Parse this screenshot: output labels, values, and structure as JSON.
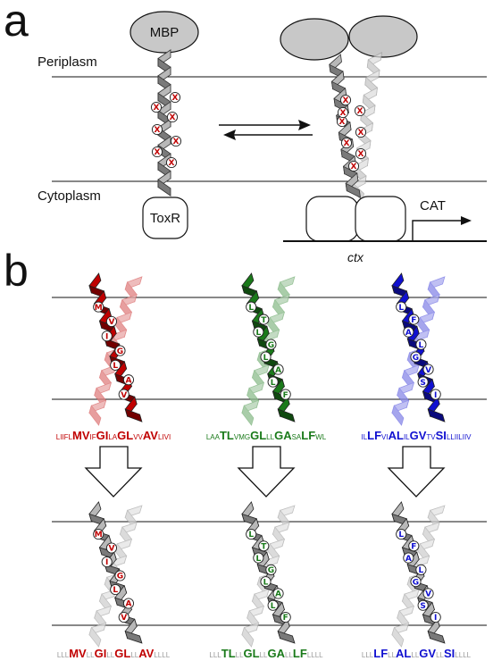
{
  "panel_a": {
    "label": "a",
    "periplasm": "Periplasm",
    "cytoplasm": "Cytoplasm",
    "mbp": "MBP",
    "toxr": "ToxR",
    "cat": "CAT",
    "ctx": "ctx",
    "mutation_mark": "X"
  },
  "panel_b": {
    "label": "b",
    "red": {
      "color": "#c00000",
      "residues": [
        "M",
        "V",
        "I",
        "G",
        "L",
        "A",
        "V"
      ],
      "top_sequence": [
        {
          "t": "LIIFL",
          "w": "small"
        },
        {
          "t": "MV",
          "w": "big"
        },
        {
          "t": "IF",
          "w": "small"
        },
        {
          "t": "GI",
          "w": "big"
        },
        {
          "t": "LA",
          "w": "small"
        },
        {
          "t": "GL",
          "w": "big"
        },
        {
          "t": "VV",
          "w": "small"
        },
        {
          "t": "AV",
          "w": "big"
        },
        {
          "t": "LIVI",
          "w": "small"
        }
      ],
      "bottom_sequence": [
        {
          "t": "LLL",
          "w": "small"
        },
        {
          "t": "MV",
          "w": "big"
        },
        {
          "t": "LL",
          "w": "small"
        },
        {
          "t": "GI",
          "w": "big"
        },
        {
          "t": "LL",
          "w": "small"
        },
        {
          "t": "GL",
          "w": "big"
        },
        {
          "t": "LL",
          "w": "small"
        },
        {
          "t": "AV",
          "w": "big"
        },
        {
          "t": "LLLL",
          "w": "small"
        }
      ]
    },
    "green": {
      "color": "#1a7a1a",
      "residues": [
        "L",
        "T",
        "L",
        "G",
        "L",
        "A",
        "L",
        "F"
      ],
      "top_sequence": [
        {
          "t": "LAA",
          "w": "small"
        },
        {
          "t": "TL",
          "w": "big"
        },
        {
          "t": "VMG",
          "w": "small"
        },
        {
          "t": "GL",
          "w": "big"
        },
        {
          "t": "LL",
          "w": "small"
        },
        {
          "t": "GA",
          "w": "big"
        },
        {
          "t": "SA",
          "w": "small"
        },
        {
          "t": "LF",
          "w": "big"
        },
        {
          "t": "WL",
          "w": "small"
        }
      ],
      "bottom_sequence": [
        {
          "t": "LLL",
          "w": "small"
        },
        {
          "t": "TL",
          "w": "big"
        },
        {
          "t": "LL",
          "w": "small"
        },
        {
          "t": "GL",
          "w": "big"
        },
        {
          "t": "LL",
          "w": "small"
        },
        {
          "t": "GA",
          "w": "big"
        },
        {
          "t": "LL",
          "w": "small"
        },
        {
          "t": "LF",
          "w": "big"
        },
        {
          "t": "LLLL",
          "w": "small"
        }
      ]
    },
    "blue": {
      "color": "#1010d0",
      "residues": [
        "L",
        "F",
        "A",
        "L",
        "G",
        "V",
        "S",
        "I"
      ],
      "top_sequence": [
        {
          "t": "IL",
          "w": "small"
        },
        {
          "t": "LF",
          "w": "big"
        },
        {
          "t": "VI",
          "w": "small"
        },
        {
          "t": "AL",
          "w": "big"
        },
        {
          "t": "IL",
          "w": "small"
        },
        {
          "t": "GV",
          "w": "big"
        },
        {
          "t": "TV",
          "w": "small"
        },
        {
          "t": "SI",
          "w": "big"
        },
        {
          "t": "LLIILIIV",
          "w": "small"
        }
      ],
      "bottom_sequence": [
        {
          "t": "LLL",
          "w": "small"
        },
        {
          "t": "LF",
          "w": "big"
        },
        {
          "t": "LL",
          "w": "small"
        },
        {
          "t": "AL",
          "w": "big"
        },
        {
          "t": "LL",
          "w": "small"
        },
        {
          "t": "GV",
          "w": "big"
        },
        {
          "t": "LL",
          "w": "small"
        },
        {
          "t": "SI",
          "w": "big"
        },
        {
          "t": "LLLL",
          "w": "small"
        }
      ]
    }
  },
  "colors": {
    "helix_gray": "#b8b8b8",
    "helix_dark": "#7a7a7a",
    "helix_light": "#dcdcdc",
    "mark_red": "#c00000",
    "box_fill": "#ffffff",
    "ellipse_fill": "#c8c8c8"
  }
}
